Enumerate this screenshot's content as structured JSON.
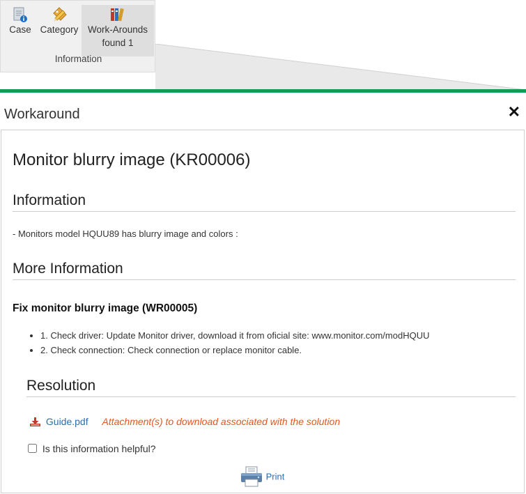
{
  "ribbon": {
    "case_label": "Case",
    "category_label": "Category",
    "workarounds_label": "Work-Arounds",
    "workarounds_count": "found 1",
    "group_label": "Information"
  },
  "dialog": {
    "title": "Workaround",
    "close_glyph": "✕"
  },
  "article": {
    "title": "Monitor blurry image (KR00006)",
    "information_heading": "Information",
    "information_text": "- Monitors model HQUU89 has blurry image and colors :",
    "more_info_heading": "More Information",
    "fix_title": "Fix monitor blurry image (WR00005)",
    "steps": [
      "1. Check driver: Update Monitor driver, download it from oficial site: www.monitor.com/modHQUU",
      "2. Check connection: Check connection or replace monitor cable."
    ],
    "resolution_heading": "Resolution",
    "attachment_name": "Guide.pdf",
    "attachment_note": "Attachment(s) to download associated with the solution",
    "helpful_label": "Is this information helpful?",
    "print_label": "Print"
  },
  "colors": {
    "accent_green": "#0f9d58",
    "link_blue": "#2a6db5",
    "attachment_orange": "#e8541c",
    "download_icon_red": "#c0392b"
  },
  "icons": {
    "case": "document-info-icon",
    "category": "pencil-tag-icon",
    "workarounds": "binders-icon",
    "download": "download-icon",
    "print": "printer-icon"
  }
}
